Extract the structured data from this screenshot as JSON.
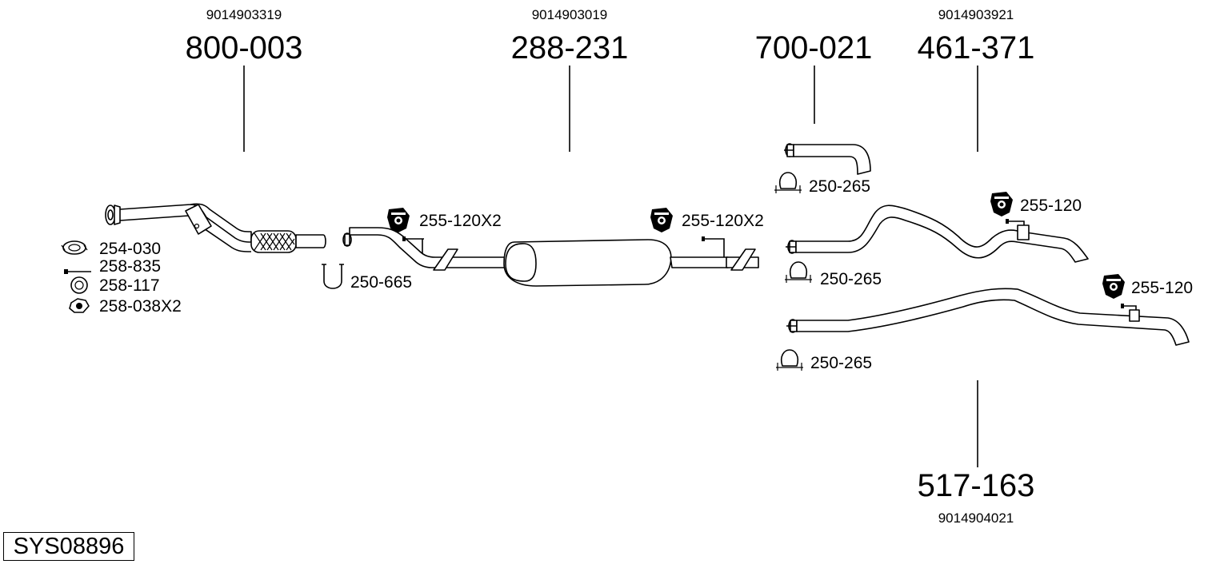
{
  "system_code": "SYS08896",
  "parts": {
    "front_pipe": {
      "part_number": "800-003",
      "oe_number": "9014903319"
    },
    "middle_silencer": {
      "part_number": "288-231",
      "oe_number": "9014903019"
    },
    "tail_end": {
      "part_number": "700-021"
    },
    "rear_pipe": {
      "part_number": "461-371",
      "oe_number": "9014903921"
    },
    "long_rear_pipe": {
      "part_number": "517-163",
      "oe_number": "9014904021"
    }
  },
  "accessories": {
    "gasket": "254-030",
    "bolt": "258-835",
    "spring": "258-117",
    "nut": "258-038X2",
    "u_bolt": "250-665",
    "hanger_left": "255-120X2",
    "hanger_right": "255-120X2",
    "clamp_tail": "250-265",
    "hanger_rear": "255-120",
    "clamp_rear": "250-265",
    "hanger_long": "255-120",
    "clamp_long": "250-265"
  }
}
